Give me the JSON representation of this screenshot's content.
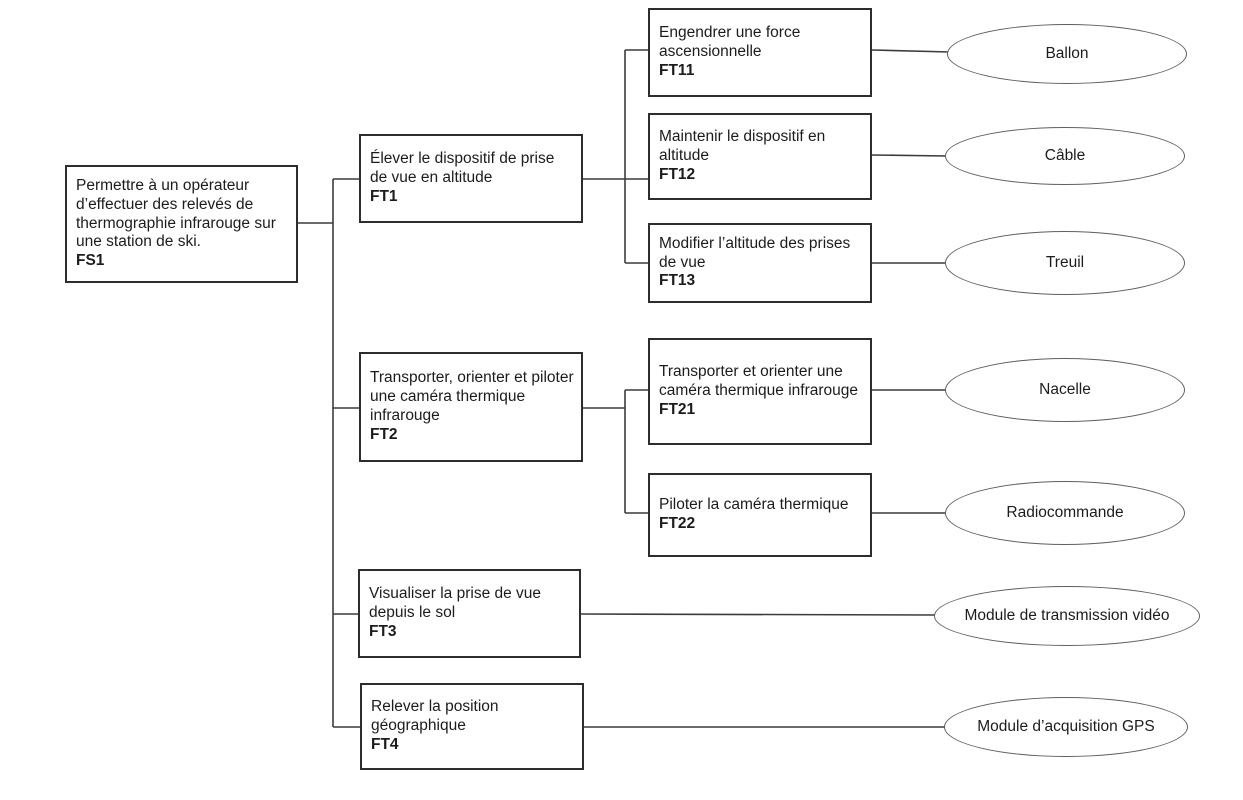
{
  "diagram": {
    "type": "functional-analysis-tree",
    "root": {
      "label": "Permettre à un opérateur d’effectuer des relevés de thermographie infrarouge sur une station de ski.",
      "code": "FS1"
    },
    "functions": [
      {
        "label": "Élever le dispositif de prise de vue en altitude",
        "code": "FT1"
      },
      {
        "label": "Transporter, orienter et piloter une caméra thermique infrarouge",
        "code": "FT2"
      },
      {
        "label": "Visualiser la prise de vue depuis le sol",
        "code": "FT3"
      },
      {
        "label": "Relever la position géographique",
        "code": "FT4"
      }
    ],
    "subfunctions": [
      {
        "label": "Engendrer une force ascensionnelle",
        "code": "FT11"
      },
      {
        "label": "Maintenir le dispositif en altitude",
        "code": "FT12"
      },
      {
        "label": "Modifier l’altitude  des prises de vue",
        "code": "FT13"
      },
      {
        "label": "Transporter et orienter une caméra thermique infrarouge",
        "code": "FT21"
      },
      {
        "label": "Piloter la caméra thermique",
        "code": "FT22"
      }
    ],
    "solutions": [
      "Ballon",
      "Câble",
      "Treuil",
      "Nacelle",
      "Radiocommande",
      "Module de transmission vidéo",
      "Module d’acquisition GPS"
    ]
  },
  "colors": {
    "background": "#ffffff",
    "line": "#3c3c3c",
    "box_border": "#2d2d2d",
    "text": "#1c1c1c"
  }
}
